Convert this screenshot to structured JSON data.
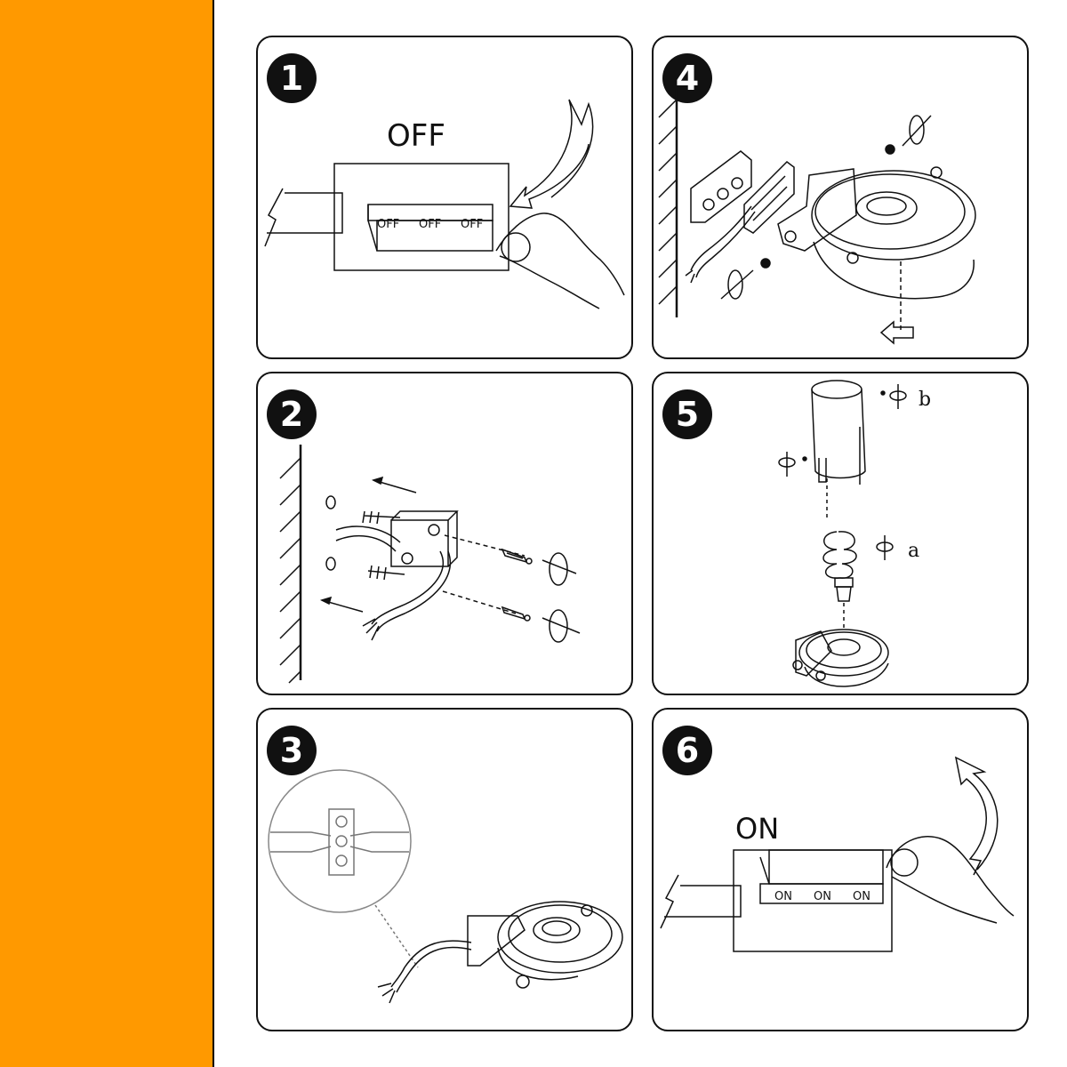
{
  "colors": {
    "sidebar": "#ff9900",
    "ink": "#111111"
  },
  "steps": [
    {
      "number": "1",
      "label": "OFF",
      "switch_labels": [
        "OFF",
        "OFF",
        "OFF"
      ]
    },
    {
      "number": "2"
    },
    {
      "number": "3"
    },
    {
      "number": "4"
    },
    {
      "number": "5",
      "callouts": [
        "b",
        "a"
      ]
    },
    {
      "number": "6",
      "label": "ON",
      "switch_labels": [
        "ON",
        "ON",
        "ON"
      ]
    }
  ]
}
